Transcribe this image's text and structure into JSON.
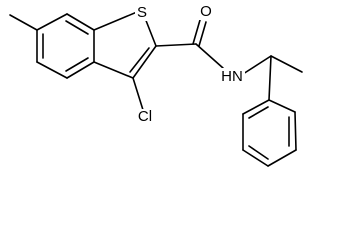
{
  "molecule": {
    "atoms": {
      "sulfur": "S",
      "oxygen": "O",
      "amide_nh": "HN",
      "chlorine": "Cl"
    },
    "colors": {
      "bond": "#000000",
      "label": "#000000",
      "background": "#ffffff"
    }
  }
}
